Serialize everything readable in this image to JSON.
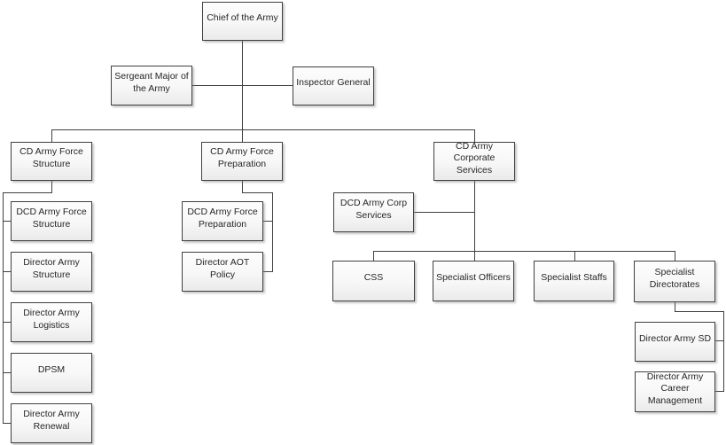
{
  "org": {
    "title": "Army organisation chart",
    "nodes": {
      "chief": {
        "label": "Chief of the Army",
        "parent": null
      },
      "sergeant_major": {
        "label": "Sergeant Major of the Army",
        "parent": "chief"
      },
      "inspector_general": {
        "label": "Inspector General",
        "parent": "chief"
      },
      "cd_army_force_structure": {
        "label": "CD Army Force Structure",
        "parent": "chief"
      },
      "cd_army_force_preparation": {
        "label": "CD Army Force Preparation",
        "parent": "chief"
      },
      "cd_army_corporate_services": {
        "label": "CD Army Corporate Services",
        "parent": "chief"
      },
      "dcd_army_force_structure": {
        "label": "DCD Army Force Structure",
        "parent": "cd_army_force_structure"
      },
      "director_army_structure": {
        "label": "Director Army Structure",
        "parent": "cd_army_force_structure"
      },
      "director_army_logistics": {
        "label": "Director Army Logistics",
        "parent": "cd_army_force_structure"
      },
      "dpsm": {
        "label": "DPSM",
        "parent": "cd_army_force_structure"
      },
      "director_army_renewal": {
        "label": "Director Army Renewal",
        "parent": "cd_army_force_structure"
      },
      "dcd_army_force_preparation": {
        "label": "DCD Army Force Preparation",
        "parent": "cd_army_force_preparation"
      },
      "director_aot_policy": {
        "label": "Director AOT Policy",
        "parent": "cd_army_force_preparation"
      },
      "dcd_army_corp_services": {
        "label": "DCD Army Corp Services",
        "parent": "cd_army_corporate_services"
      },
      "css": {
        "label": "CSS",
        "parent": "cd_army_corporate_services"
      },
      "specialist_officers": {
        "label": "Specialist Officers",
        "parent": "cd_army_corporate_services"
      },
      "specialist_staffs": {
        "label": "Specialist Staffs",
        "parent": "cd_army_corporate_services"
      },
      "specialist_directorates": {
        "label": "Specialist Directorates",
        "parent": "cd_army_corporate_services"
      },
      "director_army_sd": {
        "label": "Director Army SD",
        "parent": "specialist_directorates"
      },
      "director_army_career_management": {
        "label": "Director Army Career Management",
        "parent": "specialist_directorates"
      }
    },
    "colors": {
      "node_border": "#404040",
      "node_fill_top": "#fdfdfd",
      "node_fill_bottom": "#eaeaea",
      "connector": "#404040",
      "text": "#262626",
      "background": "#ffffff"
    }
  }
}
